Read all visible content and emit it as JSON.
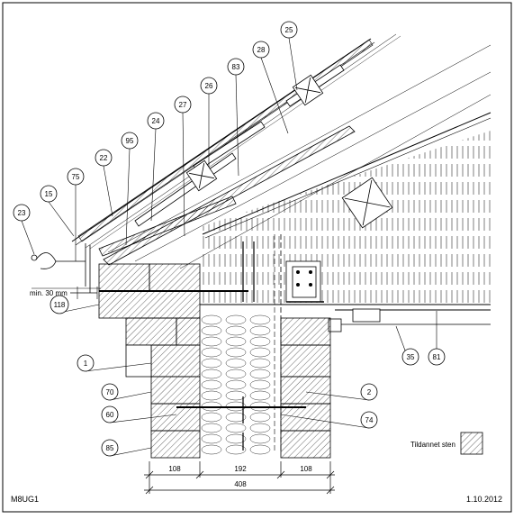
{
  "drawing": {
    "code": "M8UG1",
    "date": "1.10.2012",
    "min_label": "min. 30 mm",
    "legend_label": "Tildannet sten"
  },
  "callouts": [
    {
      "id": "c-25",
      "label": "25"
    },
    {
      "id": "c-28",
      "label": "28"
    },
    {
      "id": "c-83",
      "label": "83"
    },
    {
      "id": "c-26",
      "label": "26"
    },
    {
      "id": "c-27",
      "label": "27"
    },
    {
      "id": "c-24",
      "label": "24"
    },
    {
      "id": "c-95",
      "label": "95"
    },
    {
      "id": "c-22",
      "label": "22"
    },
    {
      "id": "c-75",
      "label": "75"
    },
    {
      "id": "c-15",
      "label": "15"
    },
    {
      "id": "c-23",
      "label": "23"
    },
    {
      "id": "c-118",
      "label": "118"
    },
    {
      "id": "c-1",
      "label": "1"
    },
    {
      "id": "c-70",
      "label": "70"
    },
    {
      "id": "c-60",
      "label": "60"
    },
    {
      "id": "c-85",
      "label": "85"
    },
    {
      "id": "c-2",
      "label": "2"
    },
    {
      "id": "c-74",
      "label": "74"
    },
    {
      "id": "c-35",
      "label": "35"
    },
    {
      "id": "c-81",
      "label": "81"
    }
  ],
  "dimensions": {
    "seg1": "108",
    "seg2": "192",
    "seg3": "108",
    "total": "408"
  }
}
